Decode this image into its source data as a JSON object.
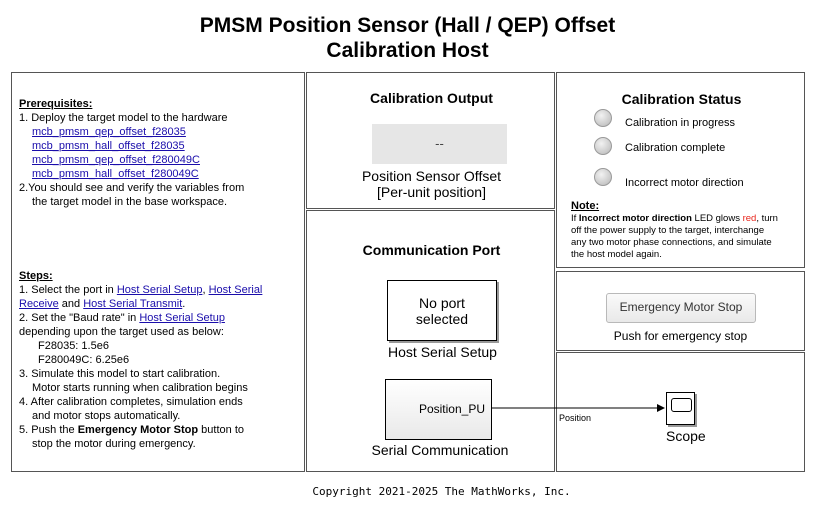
{
  "title": {
    "line1": "PMSM Position  Sensor (Hall / QEP) Offset",
    "line2": "Calibration Host"
  },
  "prereq": {
    "heading": "Prerequisites:",
    "step1": "1. Deploy the target model to the hardware",
    "links": [
      "mcb_pmsm_qep_offset_f28035",
      "mcb_pmsm_hall_offset_f28035",
      "mcb_pmsm_qep_offset_f280049C",
      "mcb_pmsm_hall_offset_f280049C"
    ],
    "step2a": "2.You should see and verify the variables from",
    "step2b": "the target model in the base workspace."
  },
  "steps": {
    "heading": "Steps:",
    "s1a": "1. Select the port in ",
    "s1_link1": "Host Serial Setup",
    "s1_comma": ", ",
    "s1_link2a": "Host Serial",
    "s1_link2b": "Receive",
    "s1_and": " and ",
    "s1_link3": "Host Serial Transmit",
    "s1_end": ".",
    "s2a": "2. Set the \"Baud rate\" in ",
    "s2_link": "Host Serial Setup",
    "s2b": "depending upon the target used as below:",
    "f28035": "F28035: 1.5e6",
    "f280049c": "F280049C: 6.25e6",
    "s3a": "3. Simulate this model to start calibration.",
    "s3b": "Motor starts running when calibration begins",
    "s4a": "4. After calibration completes, simulation ends",
    "s4b": "and motor stops automatically.",
    "s5a": "5. Push the ",
    "s5_bold": "Emergency Motor Stop",
    "s5b": " button to",
    "s5c": "stop the motor during emergency."
  },
  "output": {
    "heading": "Calibration Output",
    "display_value": "--",
    "label1": "Position Sensor Offset",
    "label2": "[Per-unit position]"
  },
  "comm": {
    "heading": "Communication Port",
    "serial_setup_text1": "No port",
    "serial_setup_text2": "selected",
    "serial_setup_caption": "Host Serial Setup",
    "serial_comm_port": "Position_PU",
    "serial_comm_caption": "Serial Communication",
    "signal_label": "Position"
  },
  "status": {
    "heading": "Calibration Status",
    "leds": [
      "Calibration in progress",
      "Calibration complete",
      "Incorrect motor direction"
    ],
    "note_heading": "Note:",
    "note_pre": "If ",
    "note_bold": "Incorrect motor direction",
    "note_mid": " LED glows ",
    "note_red": "red",
    "note_post": ", turn",
    "note_l2": "off the power supply to the target, interchange",
    "note_l3": "any two motor phase connections, and simulate",
    "note_l4": "the host model again.",
    "red_color": "#e8251b"
  },
  "emergency": {
    "button_label": "Emergency Motor Stop",
    "caption": "Push for emergency stop"
  },
  "scope": {
    "caption": "Scope"
  },
  "footer": {
    "copyright": "Copyright 2021-2025 The MathWorks, Inc."
  }
}
